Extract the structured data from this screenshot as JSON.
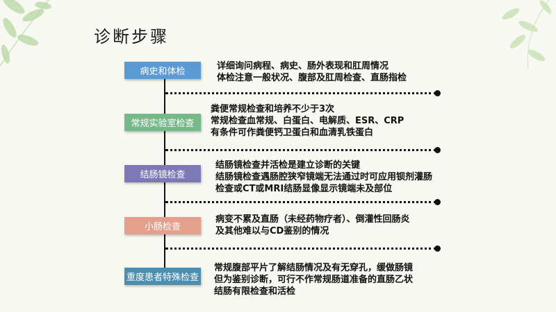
{
  "title": "诊断步骤",
  "colors": {
    "step_blue": "#5b9bd5",
    "step_green": "#76b88a",
    "step_purple": "#7c79b6",
    "step_coral": "#e4a08a",
    "step_teal": "#4a8fb0",
    "line": "#111111",
    "leaf": "#b8d7a3"
  },
  "steps": [
    {
      "label": "病史和体检",
      "lines": [
        "详细询问病程、病史、肠外表现和肛周情况",
        "体检注意一般状况、腹部及肛周检查、直肠指检"
      ]
    },
    {
      "label": "常规实验室检查",
      "lines": [
        "粪便常规检查和培养不少于3次",
        "常规检查血常规、白蛋白、电解质、ESR、CRP",
        "有条件可作粪便钙卫蛋白和血清乳铁蛋白"
      ]
    },
    {
      "label": "结肠镜检查",
      "lines": [
        "结肠镜检查并活检是建立诊断的关键",
        "结肠镜检查遇肠腔狭窄镜端无法通过时可应用钡剂灌肠",
        "检查或CT或MRI结肠显像显示镜端未及部位"
      ]
    },
    {
      "label": "小肠检查",
      "lines": [
        "病变不累及直肠（未经药物疗者）、倒灌性回肠炎",
        "及其他难以与CD鉴别的情况"
      ]
    },
    {
      "label": "重度患者特殊检查",
      "lines": [
        "常规腹部平片了解结肠情况及有无穿孔，缓做肠镜",
        "但为鉴别诊断，可行不作常规肠道准备的直肠乙状",
        "结肠有限检查和活检"
      ]
    }
  ]
}
